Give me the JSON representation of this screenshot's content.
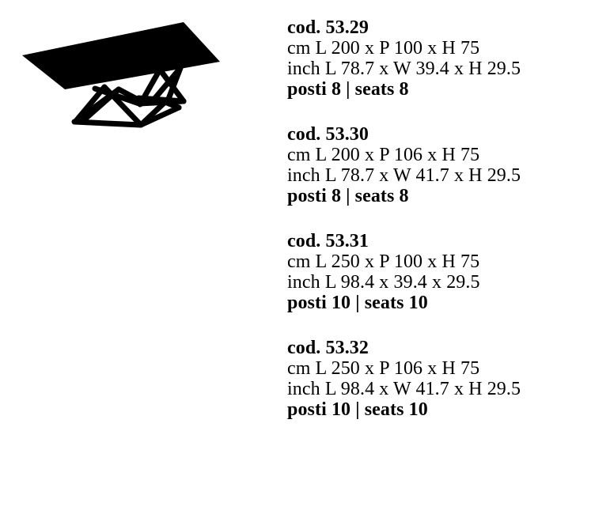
{
  "page": {
    "background_color": "#ffffff",
    "text_color": "#000000"
  },
  "figure": {
    "name": "table-silhouette",
    "description": "black silhouette of a rectangular dining table with a geometric lattice truss base",
    "fill_color": "#000000"
  },
  "specs": [
    {
      "code": "cod. 53.29",
      "metric": "cm L 200 x P 100 x H 75",
      "imperial": "inch L 78.7 x W 39.4 x H 29.5",
      "seats": "posti 8 | seats 8"
    },
    {
      "code": "cod. 53.30",
      "metric": "cm L 200 x P 106 x H 75",
      "imperial": "inch L 78.7 x W 41.7 x H 29.5",
      "seats": "posti 8 | seats 8"
    },
    {
      "code": "cod. 53.31",
      "metric": "cm L 250 x P 100 x H 75",
      "imperial": "inch L 98.4 x 39.4 x 29.5",
      "seats": "posti 10 | seats 10"
    },
    {
      "code": "cod. 53.32",
      "metric": "cm L 250 x P 106 x H 75",
      "imperial": "inch L 98.4 x W 41.7 x H 29.5",
      "seats": "posti 10 | seats 10"
    }
  ]
}
